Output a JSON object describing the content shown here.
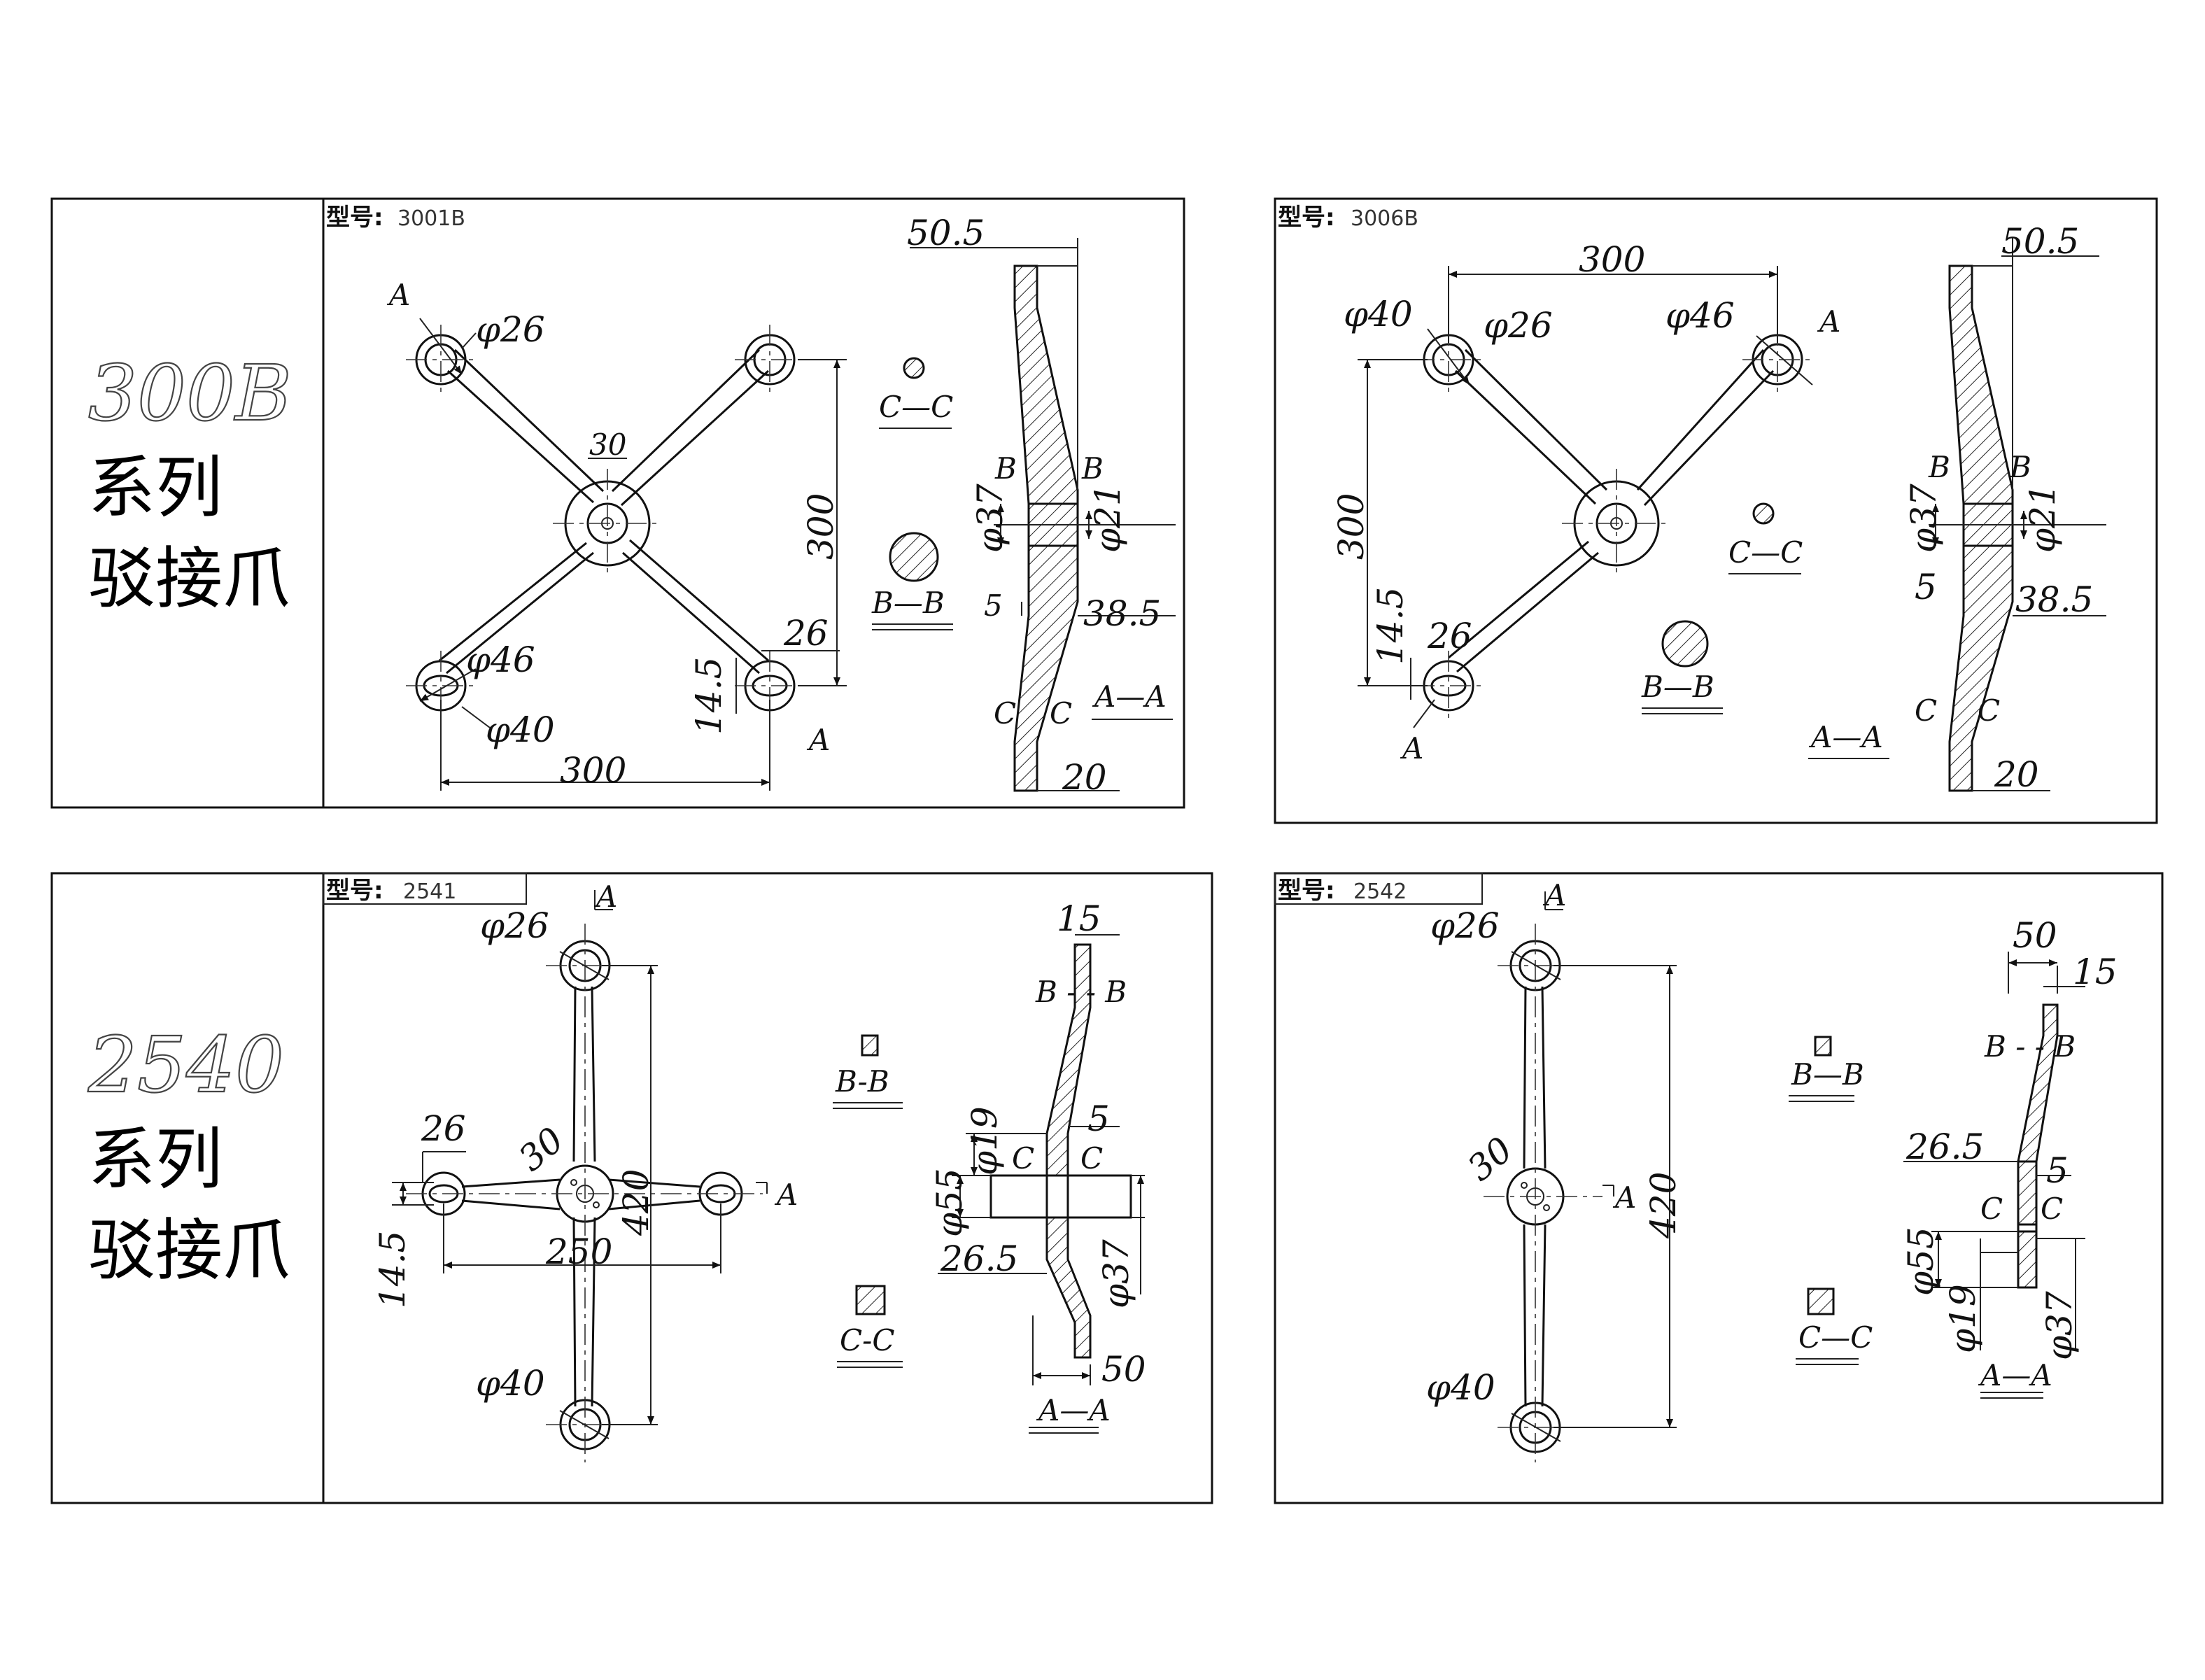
{
  "series_300B": {
    "code": "300B",
    "line1": "系列",
    "line2": "驳接爪"
  },
  "series_2540": {
    "code": "2540",
    "line1": "系列",
    "line2": "驳接爪"
  },
  "model_label": "型号:",
  "panel_3001B": {
    "model": "3001B",
    "dims": {
      "d26": "φ26",
      "d46": "φ46",
      "d40": "φ40",
      "w300": "300",
      "h300": "300",
      "hub30": "30",
      "d26_small": "26",
      "h14_5": "14.5",
      "prof50_5": "50.5",
      "prof38_5": "38.5",
      "prof20": "20",
      "prof5": "5",
      "prof_d37": "φ37",
      "prof_d21": "φ21"
    },
    "sections": {
      "aa": "A—A",
      "bb": "B—B",
      "cc": "C—C",
      "a": "A",
      "b": "B",
      "c": "C"
    }
  },
  "panel_3006B": {
    "model": "3006B",
    "dims": {
      "d40": "φ40",
      "d26": "φ26",
      "d46": "φ46",
      "w300": "300",
      "h300": "300",
      "h14_5": "14.5",
      "d26_small": "26",
      "prof50_5": "50.5",
      "prof38_5": "38.5",
      "prof20": "20",
      "prof5": "5",
      "prof_d37": "φ37",
      "prof_d21": "φ21"
    },
    "sections": {
      "aa": "A—A",
      "bb": "B—B",
      "cc": "C—C",
      "a": "A",
      "b": "B",
      "c": "C"
    }
  },
  "panel_2541": {
    "model": "2541",
    "dims": {
      "d26": "φ26",
      "d40": "φ40",
      "s26": "26",
      "s30": "30",
      "h420": "420",
      "w250": "250",
      "h14_5": "14.5",
      "p15": "15",
      "p5": "5",
      "p_d19": "φ19",
      "p_d55": "φ55",
      "p26_5": "26.5",
      "p_d37": "φ37",
      "p50": "50"
    },
    "sections": {
      "aa": "A—A",
      "bb": "B-B",
      "cc": "C-C",
      "b_b": "B - - B",
      "a": "A",
      "c": "C"
    }
  },
  "panel_2542": {
    "model": "2542",
    "dims": {
      "d26": "φ26",
      "d40": "φ40",
      "s30": "30",
      "h420": "420",
      "p50": "50",
      "p15": "15",
      "p26_5": "26.5",
      "p5": "5",
      "p_d55": "φ55",
      "p_d19": "φ19",
      "p_d37": "φ37"
    },
    "sections": {
      "aa": "A—A",
      "bb": "B—B",
      "cc": "C—C",
      "b_b": "B - - B",
      "a": "A",
      "c": "C"
    }
  }
}
